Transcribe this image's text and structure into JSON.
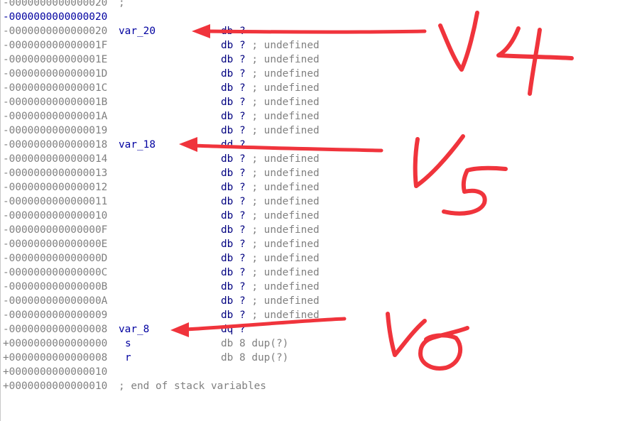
{
  "listing": [
    {
      "addr": "-0000000000000020",
      "after": ";",
      "hl": false
    },
    {
      "addr": "-0000000000000020",
      "hl": true
    },
    {
      "addr": "-0000000000000020",
      "name": "var_20",
      "type": "db",
      "value": "?",
      "hl": false
    },
    {
      "addr": "-000000000000001F",
      "type": "db",
      "value": "?",
      "comment": "; undefined",
      "hl": false
    },
    {
      "addr": "-000000000000001E",
      "type": "db",
      "value": "?",
      "comment": "; undefined",
      "hl": false
    },
    {
      "addr": "-000000000000001D",
      "type": "db",
      "value": "?",
      "comment": "; undefined",
      "hl": false
    },
    {
      "addr": "-000000000000001C",
      "type": "db",
      "value": "?",
      "comment": "; undefined",
      "hl": false
    },
    {
      "addr": "-000000000000001B",
      "type": "db",
      "value": "?",
      "comment": "; undefined",
      "hl": false
    },
    {
      "addr": "-000000000000001A",
      "type": "db",
      "value": "?",
      "comment": "; undefined",
      "hl": false
    },
    {
      "addr": "-0000000000000019",
      "type": "db",
      "value": "?",
      "comment": "; undefined",
      "hl": false
    },
    {
      "addr": "-0000000000000018",
      "name": "var_18",
      "type": "dd",
      "value": "?",
      "hl": false
    },
    {
      "addr": "-0000000000000014",
      "type": "db",
      "value": "?",
      "comment": "; undefined",
      "hl": false
    },
    {
      "addr": "-0000000000000013",
      "type": "db",
      "value": "?",
      "comment": "; undefined",
      "hl": false
    },
    {
      "addr": "-0000000000000012",
      "type": "db",
      "value": "?",
      "comment": "; undefined",
      "hl": false
    },
    {
      "addr": "-0000000000000011",
      "type": "db",
      "value": "?",
      "comment": "; undefined",
      "hl": false
    },
    {
      "addr": "-0000000000000010",
      "type": "db",
      "value": "?",
      "comment": "; undefined",
      "hl": false
    },
    {
      "addr": "-000000000000000F",
      "type": "db",
      "value": "?",
      "comment": "; undefined",
      "hl": false
    },
    {
      "addr": "-000000000000000E",
      "type": "db",
      "value": "?",
      "comment": "; undefined",
      "hl": false
    },
    {
      "addr": "-000000000000000D",
      "type": "db",
      "value": "?",
      "comment": "; undefined",
      "hl": false
    },
    {
      "addr": "-000000000000000C",
      "type": "db",
      "value": "?",
      "comment": "; undefined",
      "hl": false
    },
    {
      "addr": "-000000000000000B",
      "type": "db",
      "value": "?",
      "comment": "; undefined",
      "hl": false
    },
    {
      "addr": "-000000000000000A",
      "type": "db",
      "value": "?",
      "comment": "; undefined",
      "hl": false
    },
    {
      "addr": "-0000000000000009",
      "type": "db",
      "value": "?",
      "comment": "; undefined",
      "hl": false
    },
    {
      "addr": "-0000000000000008",
      "name": "var_8",
      "type": "dq",
      "value": "?",
      "hl": false
    },
    {
      "addr": "+0000000000000000",
      "name": "s",
      "type": "db 8 dup(?)",
      "gray": true,
      "pad": true,
      "hl": false
    },
    {
      "addr": "+0000000000000008",
      "name": "r",
      "type": "db 8 dup(?)",
      "gray": true,
      "pad": true,
      "hl": false
    },
    {
      "addr": "+0000000000000010",
      "hl": false
    },
    {
      "addr": "+0000000000000010",
      "after": "; end of stack variables",
      "hl": false
    }
  ],
  "annotations": {
    "color": "#f0343c",
    "labels": [
      {
        "id": "v4",
        "text": "V4"
      },
      {
        "id": "v5",
        "text": "V5"
      },
      {
        "id": "v6",
        "text": "V6"
      }
    ]
  }
}
